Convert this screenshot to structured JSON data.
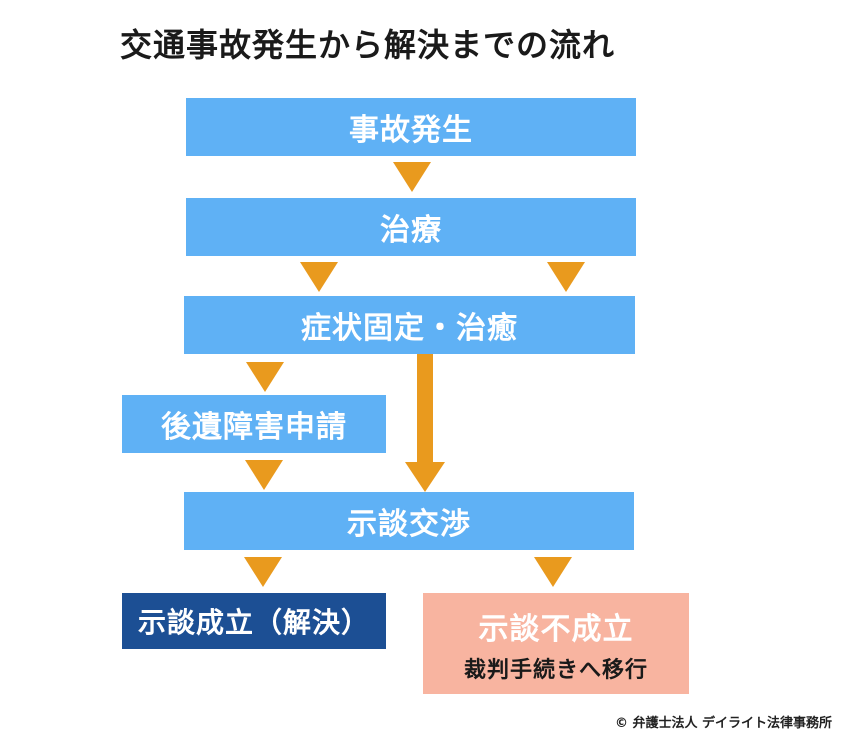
{
  "title": "交通事故発生から解決までの流れ",
  "steps": {
    "occurrence": "事故発生",
    "treatment": "治療",
    "symptom_fixed": "症状固定・治癒",
    "disability_claim": "後遺障害申請",
    "negotiation": "示談交渉",
    "settled": "示談成立（解決）",
    "not_settled": "示談不成立",
    "not_settled_sub": "裁判手続きへ移行"
  },
  "colors": {
    "step_box": "#5fb1f5",
    "settled_box": "#1c4f94",
    "not_settled_box": "#f8b4a0",
    "arrow": "#e99a1e"
  },
  "credit": "© 弁護士法人 デイライト法律事務所"
}
